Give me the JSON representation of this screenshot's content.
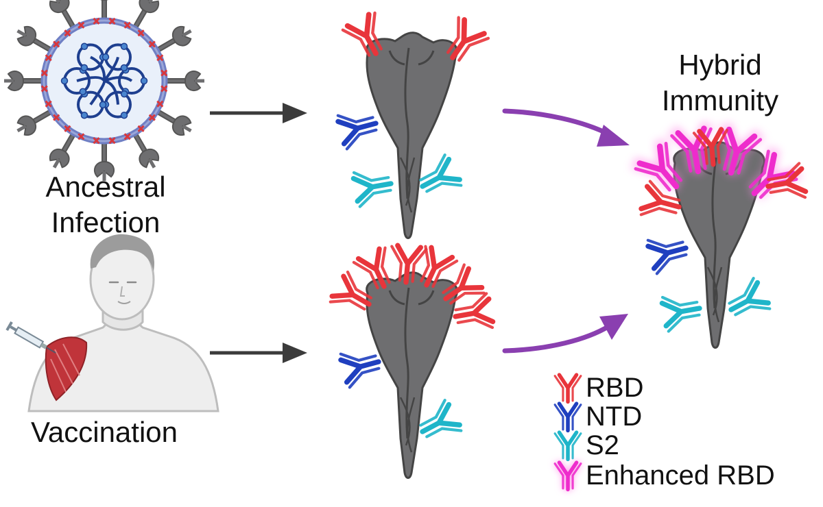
{
  "labels": {
    "ancestral_line1": "Ancestral",
    "ancestral_line2": "Infection",
    "vaccination": "Vaccination",
    "hybrid_line1": "Hybrid",
    "hybrid_line2": "Immunity"
  },
  "legend": [
    {
      "label": "RBD",
      "color": "#e8353b"
    },
    {
      "label": "NTD",
      "color": "#1f3fbf"
    },
    {
      "label": "S2",
      "color": "#1fb5c9"
    },
    {
      "label": "Enhanced RBD",
      "color": "#ee2ccc"
    }
  ],
  "colors": {
    "rbd": "#e8353b",
    "ntd": "#1f3fbf",
    "s2": "#1fb5c9",
    "enhanced": "#ee2ccc",
    "spike": "#6e6e70",
    "arrow_gray": "#3b3b3b",
    "arrow_purple": "#8a3fb0",
    "virus_membrane": "#6f7fc4",
    "virus_rna": "#1e3f8f"
  },
  "icons": [
    "virus-icon",
    "person-vaccination-icon",
    "spike-protein-icon",
    "antibody-icon"
  ]
}
